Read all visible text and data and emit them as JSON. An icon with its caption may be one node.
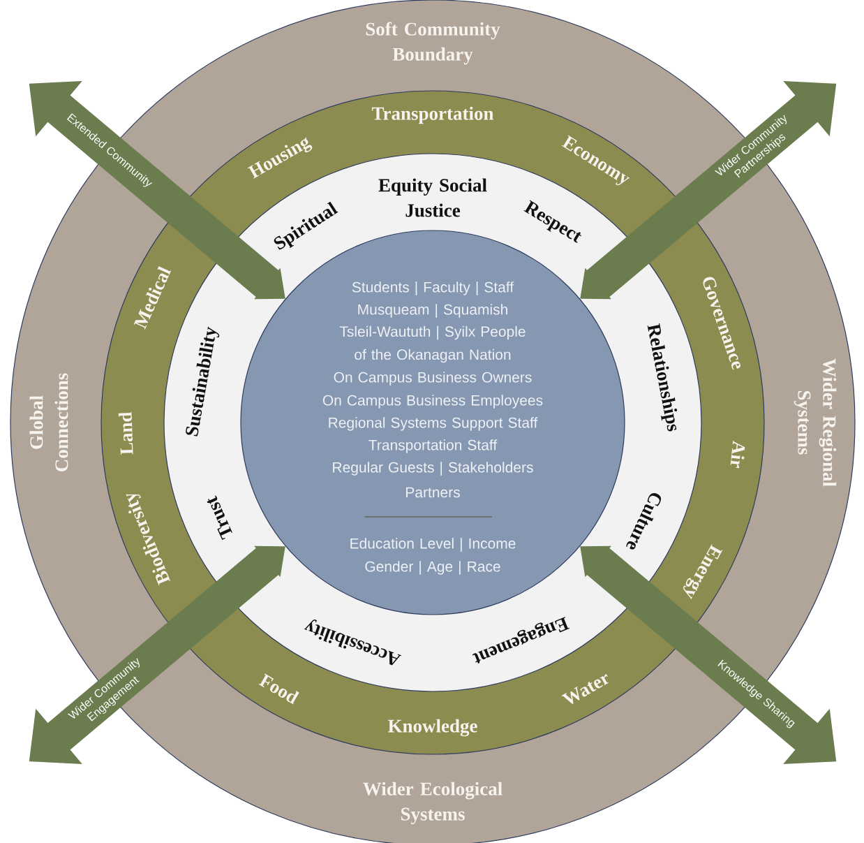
{
  "diagram": {
    "nodes": [
      {
        "text": [
          "Soft Community Boundary",
          "Global Connections",
          "Wider Regional Systems",
          "Wider Ecological Systems"
        ]
      },
      {
        "text": [
          "Housing",
          "Transportation",
          "Economy",
          "Governance",
          "Air",
          "Energy",
          "Water",
          "Knowledge",
          "Food",
          "Biodiversity",
          "Land",
          "Medical"
        ],
        "in": 0
      },
      {
        "text": [
          "Spiritual",
          "Equity Social Justice",
          "Respect",
          "Relationships",
          "Culture",
          "Engagement",
          "Accessibility",
          "Trust",
          "Sustainability"
        ],
        "in": 1
      },
      {
        "text": [
          "Students | Faculty | Staff",
          "Musqueam | Squamish",
          "Tsleil-Waututh | Syilx People of the Okanagan Nation",
          "On Campus Business Owners",
          "On Campus Business Employees",
          "Regional Systems Support Staff",
          "Transportation Staff",
          "Regular Guests | Stakeholders",
          "Partners",
          "Education Level | Income",
          "Gender | Age | Race"
        ],
        "in": 2
      }
    ],
    "edges": [
      {
        "from": 3,
        "to": null,
        "arrow": "both",
        "label": "Extended Community"
      },
      {
        "from": 3,
        "to": null,
        "arrow": "both",
        "label": "Wider Community Partnerships"
      },
      {
        "from": 3,
        "to": null,
        "arrow": "both",
        "label": "Wider Community Engagement"
      },
      {
        "from": 3,
        "to": null,
        "arrow": "both",
        "label": "Knowledge Sharing"
      }
    ]
  }
}
